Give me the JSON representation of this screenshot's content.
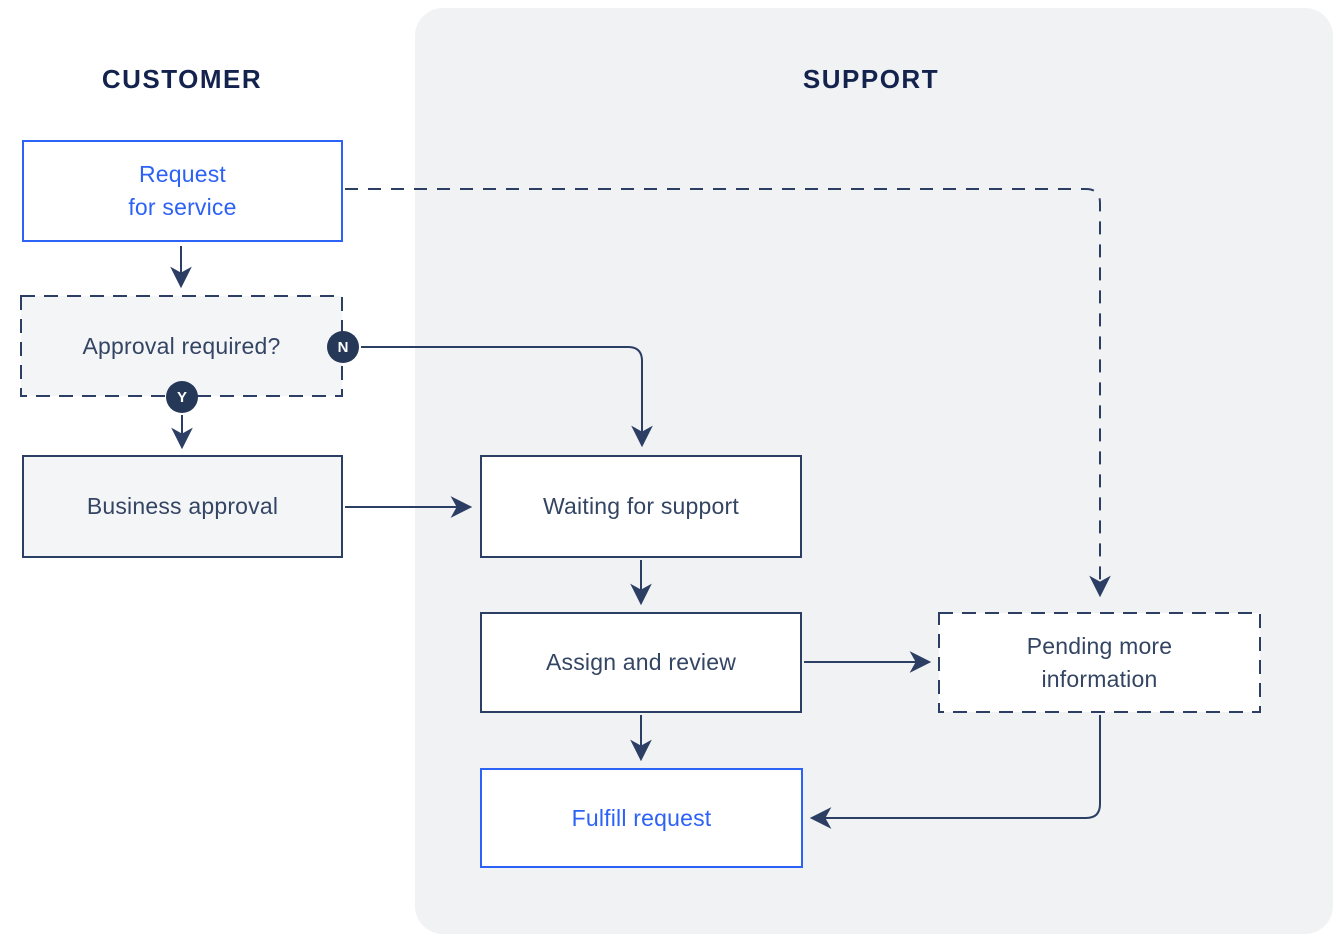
{
  "lanes": {
    "customer_label": "CUSTOMER",
    "support_label": "SUPPORT"
  },
  "nodes": {
    "request": {
      "label": "Request\nfor service"
    },
    "approval": {
      "label": "Approval required?"
    },
    "business": {
      "label": "Business approval"
    },
    "waiting": {
      "label": "Waiting for support"
    },
    "assign": {
      "label": "Assign and review"
    },
    "pending": {
      "label": "Pending more\ninformation"
    },
    "fulfill": {
      "label": "Fulfill request"
    }
  },
  "badges": {
    "no": "N",
    "yes": "Y"
  },
  "colors": {
    "accent_blue": "#2D62F6",
    "header_navy": "#14234E",
    "node_text_navy": "#344563",
    "line_navy": "#2C3E63",
    "badge_navy": "#253858",
    "support_panel_bg": "#F1F2F4",
    "gray_box_fill": "#F4F5F7",
    "canvas_bg": "#FFFFFF"
  }
}
